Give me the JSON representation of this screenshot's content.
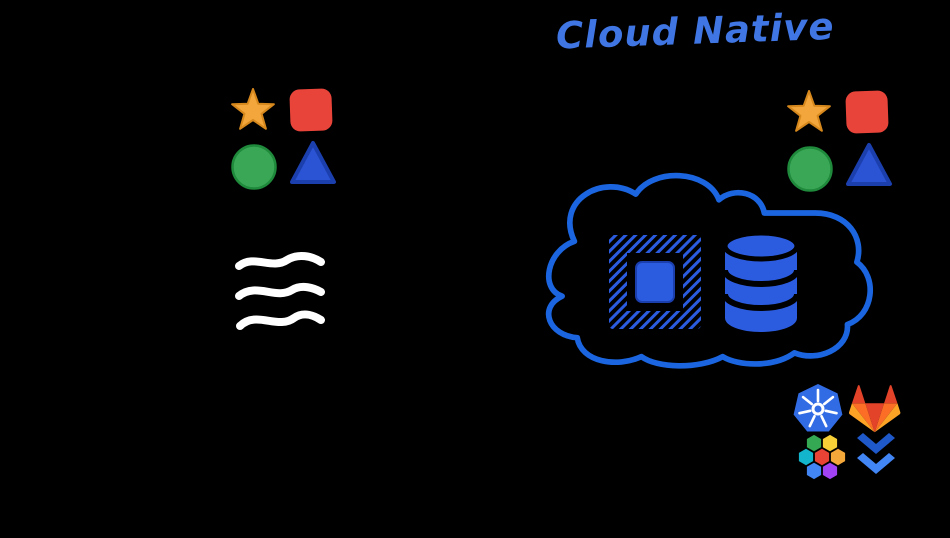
{
  "title": {
    "text": "Cloud Native"
  },
  "colors": {
    "background": "#000000",
    "title_blue": "#3f76e4",
    "cloud_stroke": "#1b66e0",
    "star_gold": "#f2a63b",
    "star_gold_dark": "#d6881c",
    "square_red": "#e8443a",
    "circle_green": "#3aa757",
    "circle_green_dark": "#1f8a3b",
    "triangle_blue": "#2b54d4",
    "triangle_blue_dark": "#1c3fae",
    "stack_white": "#ffffff",
    "chip_blue": "#2b5ce0",
    "cylinder_blue": "#2b5ce0",
    "kubernetes_blue": "#326ce5",
    "gitlab_red": "#e24329",
    "gitlab_orange": "#fc6d26",
    "gitlab_yellow": "#fca326",
    "tool_blue_dark": "#1f58c9",
    "tool_blue_light": "#4285f4",
    "hex_colors": [
      "#e94335",
      "#f4a83a",
      "#f7d038",
      "#34a853",
      "#12b5cb",
      "#4285f4",
      "#a142f4"
    ]
  },
  "diagram": {
    "left_shapes": [
      "star",
      "rounded-square",
      "circle",
      "triangle"
    ],
    "right_shapes": [
      "star",
      "rounded-square",
      "circle",
      "triangle"
    ],
    "left_icon": "stacked-layers",
    "cloud_contents": [
      "processor-chip",
      "database-cylinder"
    ],
    "tool_icons": [
      "kubernetes",
      "gitlab",
      "hexagon-cluster",
      "blue-double-chevron"
    ]
  }
}
